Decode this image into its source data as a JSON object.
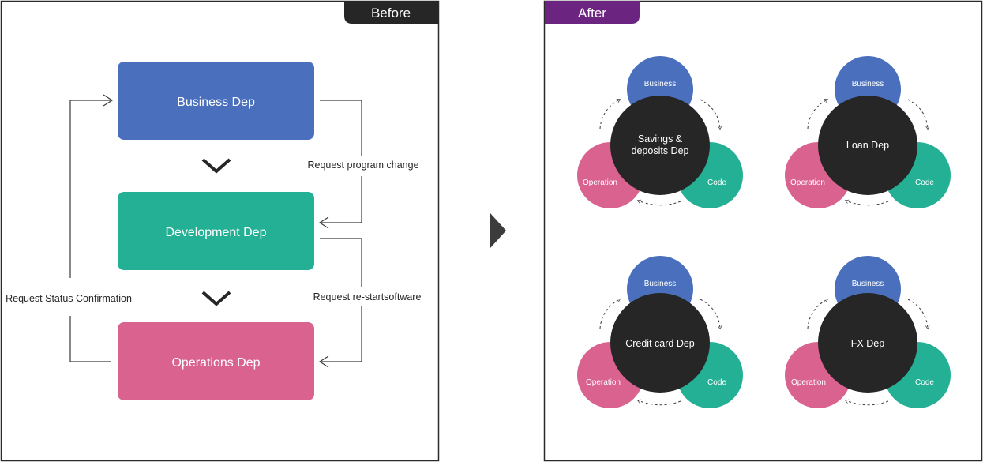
{
  "before": {
    "tab_label": "Before",
    "boxes": [
      {
        "label": "Business Dep",
        "color": "#4a70bd"
      },
      {
        "label": "Development Dep",
        "color": "#23b095"
      },
      {
        "label": "Operations Dep",
        "color": "#d9628f"
      }
    ],
    "request_program_change": "Request program change",
    "request_restart_software": "Request re-startsoftware",
    "request_status_confirmation": "Request Status Confirmation"
  },
  "after": {
    "tab_label": "After",
    "clusters": [
      {
        "center": [
          "Savings &",
          "deposits Dep"
        ]
      },
      {
        "center": [
          "Loan Dep"
        ]
      },
      {
        "center": [
          "Credit card Dep"
        ]
      },
      {
        "center": [
          "FX Dep"
        ]
      }
    ],
    "business_label": "Business",
    "operation_label": "Operation",
    "code_label": "Code"
  },
  "colors": {
    "business": "#4a70bd",
    "development": "#23b095",
    "operations": "#d9628f",
    "center": "#262626",
    "before_tab": "#262626",
    "after_tab": "#6b2580",
    "arrow": "#3a3a3a"
  }
}
